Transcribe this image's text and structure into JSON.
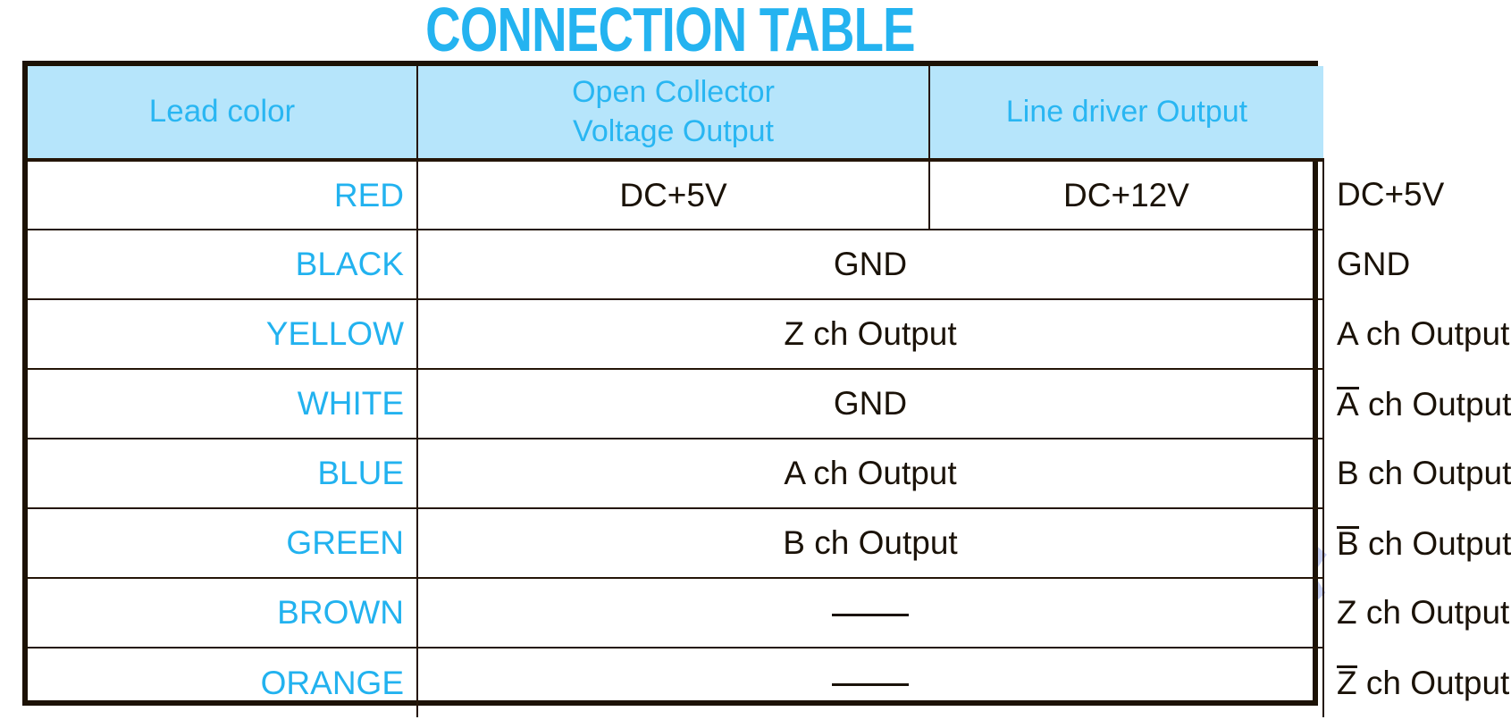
{
  "title": "CONNECTION TABLE",
  "colors": {
    "title_cyan": "#24b3f0",
    "header_bg": "#b6e5fb",
    "header_text": "#29b6f2",
    "lead_text": "#22b2ef",
    "value_text": "#1a1208",
    "border": "#241507",
    "watermark": "#c3cdf0"
  },
  "table": {
    "headers": {
      "lead_color": "Lead color",
      "open_collector_line1": "Open Collector",
      "open_collector_line2": "Voltage Output",
      "line_driver": "Line driver Output"
    },
    "rows": [
      {
        "lead": "RED",
        "open_collector_split": true,
        "open_collector_left": "DC+5V",
        "open_collector_right": "DC+12V",
        "line_driver": "DC+5V",
        "line_driver_overline": ""
      },
      {
        "lead": "BLACK",
        "open_collector_split": false,
        "open_collector": "GND",
        "line_driver": "GND",
        "line_driver_overline": ""
      },
      {
        "lead": "YELLOW",
        "open_collector_split": false,
        "open_collector": "Z ch Output",
        "line_driver": "A ch Output",
        "line_driver_overline": ""
      },
      {
        "lead": "WHITE",
        "open_collector_split": false,
        "open_collector": "GND",
        "line_driver": "A ch Output",
        "line_driver_overline": "A"
      },
      {
        "lead": "BLUE",
        "open_collector_split": false,
        "open_collector": "A ch Output",
        "line_driver": "B ch Output",
        "line_driver_overline": ""
      },
      {
        "lead": "GREEN",
        "open_collector_split": false,
        "open_collector": "B ch Output",
        "line_driver": "B ch Output",
        "line_driver_overline": "B"
      },
      {
        "lead": "BROWN",
        "open_collector_split": false,
        "open_collector": "———",
        "open_collector_is_dash": true,
        "line_driver": "Z ch Output",
        "line_driver_overline": ""
      },
      {
        "lead": "ORANGE",
        "open_collector_split": false,
        "open_collector": "———",
        "open_collector_is_dash": true,
        "line_driver": "Z ch Output",
        "line_driver_overline": "Z"
      }
    ]
  },
  "watermark": {
    "name": "gear-k-logo-watermark"
  }
}
